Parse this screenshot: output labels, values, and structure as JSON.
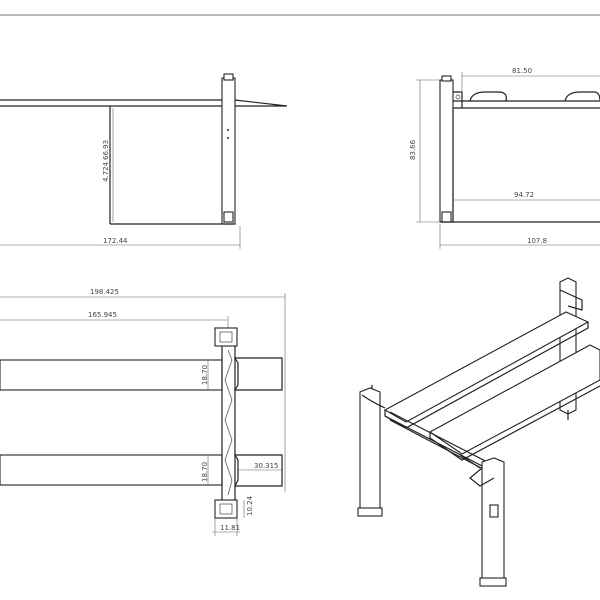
{
  "side_view": {
    "length_label": "172.44",
    "height_label": "66.93",
    "gap_label": "4.724"
  },
  "end_view": {
    "top_width_label": "81.50",
    "height_label": "83.66",
    "inner_width_label": "94.72",
    "base_width_label": "107.8"
  },
  "top_view": {
    "overall_length_label": "198.425",
    "inner_length_label": "165.945",
    "deck_width_upper_label": "18.70",
    "deck_width_lower_label": "18.70",
    "ramp_label": "30.315",
    "post_width_label": "11.81",
    "post_depth_label": "10.24"
  }
}
